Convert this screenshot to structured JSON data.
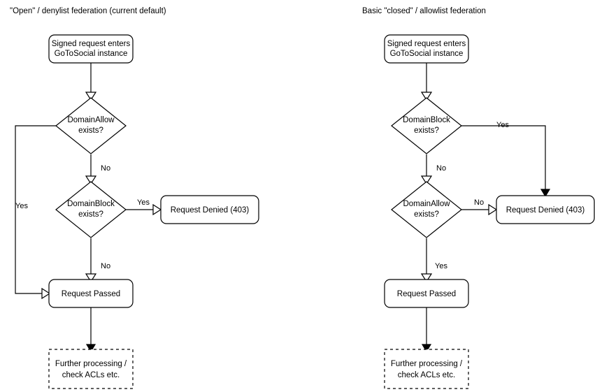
{
  "diagram": {
    "type": "flowchart",
    "title_left": "\"Open\" / denylist federation (current default)",
    "title_right": "Basic \"closed\" / allowlist federation",
    "colors": {
      "background": "#ffffff",
      "stroke": "#000000",
      "text": "#000000"
    },
    "panels": [
      {
        "id": "denylist",
        "title": "\"Open\" / denylist federation (current default)",
        "nodes": [
          {
            "id": "entry",
            "shape": "rounded-rect",
            "line1": "Signed request enters",
            "line2": "GoToSocial instance"
          },
          {
            "id": "allow",
            "shape": "diamond",
            "line1": "DomainAllow",
            "line2": "exists?"
          },
          {
            "id": "block",
            "shape": "diamond",
            "line1": "DomainBlock",
            "line2": "exists?"
          },
          {
            "id": "denied",
            "shape": "rounded-rect",
            "line1": "Request Denied (403)",
            "line2": ""
          },
          {
            "id": "passed",
            "shape": "rounded-rect",
            "line1": "Request Passed",
            "line2": ""
          },
          {
            "id": "further",
            "shape": "dashed-rect",
            "line1": "Further processing /",
            "line2": "check ACLs etc."
          }
        ],
        "edges": [
          {
            "from": "entry",
            "to": "allow",
            "label": ""
          },
          {
            "from": "allow",
            "to": "passed",
            "label": "Yes"
          },
          {
            "from": "allow",
            "to": "block",
            "label": "No"
          },
          {
            "from": "block",
            "to": "denied",
            "label": "Yes"
          },
          {
            "from": "block",
            "to": "passed",
            "label": "No"
          },
          {
            "from": "passed",
            "to": "further",
            "label": ""
          }
        ]
      },
      {
        "id": "allowlist",
        "title": "Basic \"closed\" / allowlist federation",
        "nodes": [
          {
            "id": "entry",
            "shape": "rounded-rect",
            "line1": "Signed request enters",
            "line2": "GoToSocial instance"
          },
          {
            "id": "block",
            "shape": "diamond",
            "line1": "DomainBlock",
            "line2": "exists?"
          },
          {
            "id": "allow",
            "shape": "diamond",
            "line1": "DomainAllow",
            "line2": "exists?"
          },
          {
            "id": "denied",
            "shape": "rounded-rect",
            "line1": "Request Denied (403)",
            "line2": ""
          },
          {
            "id": "passed",
            "shape": "rounded-rect",
            "line1": "Request Passed",
            "line2": ""
          },
          {
            "id": "further",
            "shape": "dashed-rect",
            "line1": "Further processing /",
            "line2": "check ACLs etc."
          }
        ],
        "edges": [
          {
            "from": "entry",
            "to": "block",
            "label": ""
          },
          {
            "from": "block",
            "to": "denied",
            "label": "Yes"
          },
          {
            "from": "block",
            "to": "allow",
            "label": "No"
          },
          {
            "from": "allow",
            "to": "denied",
            "label": "No"
          },
          {
            "from": "allow",
            "to": "passed",
            "label": "Yes"
          },
          {
            "from": "passed",
            "to": "further",
            "label": ""
          }
        ]
      }
    ],
    "labels": {
      "left": {
        "entry_l1": "Signed request enters",
        "entry_l2": "GoToSocial instance",
        "d1_l1": "DomainAllow",
        "d1_l2": "exists?",
        "d2_l1": "DomainBlock",
        "d2_l2": "exists?",
        "denied": "Request Denied (403)",
        "passed": "Request Passed",
        "further_l1": "Further processing /",
        "further_l2": "check ACLs etc.",
        "edge_yes_left": "Yes",
        "edge_no_1": "No",
        "edge_yes_denied": "Yes",
        "edge_no_2": "No"
      },
      "right": {
        "entry_l1": "Signed request enters",
        "entry_l2": "GoToSocial instance",
        "d1_l1": "DomainBlock",
        "d1_l2": "exists?",
        "d2_l1": "DomainAllow",
        "d2_l2": "exists?",
        "denied": "Request Denied (403)",
        "passed": "Request Passed",
        "further_l1": "Further processing /",
        "further_l2": "check ACLs etc.",
        "edge_yes_denied": "Yes",
        "edge_no_1": "No",
        "edge_no_denied": "No",
        "edge_yes_passed": "Yes"
      }
    }
  }
}
